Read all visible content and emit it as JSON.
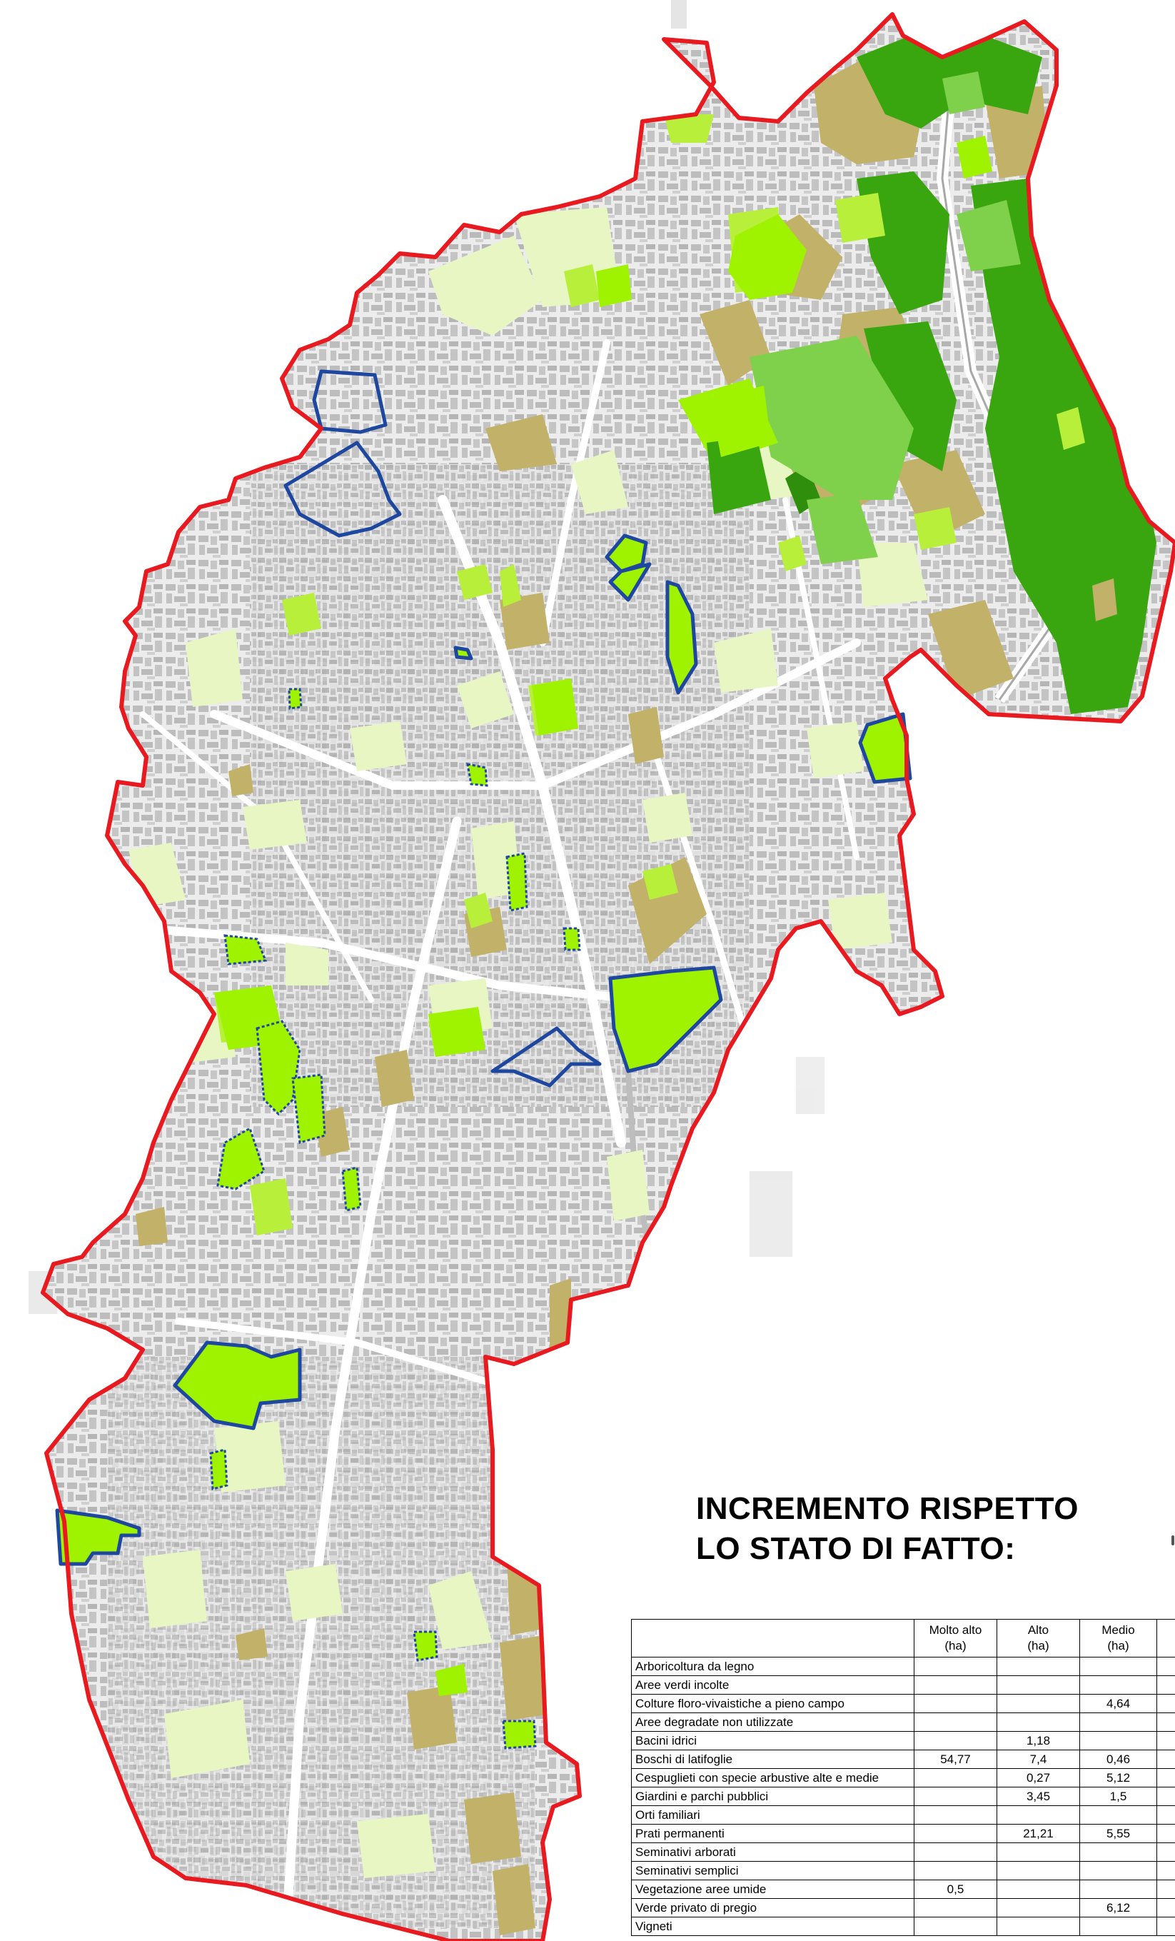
{
  "legend": {
    "title_line1": "INCREMENTO RISPETTO",
    "title_line2": "LO STATO DI FATTO:"
  },
  "table": {
    "headers": [
      {
        "line1": "",
        "line2": ""
      },
      {
        "line1": "Molto alto",
        "line2": "(ha)"
      },
      {
        "line1": "Alto",
        "line2": "(ha)"
      },
      {
        "line1": "Medio",
        "line2": "(ha)"
      },
      {
        "line1": "",
        "line2": ""
      }
    ],
    "rows": [
      {
        "label": "Arboricoltura da legno",
        "molto_alto": "",
        "alto": "",
        "medio": ""
      },
      {
        "label": "Aree verdi incolte",
        "molto_alto": "",
        "alto": "",
        "medio": ""
      },
      {
        "label": "Colture floro-vivaistiche a pieno campo",
        "molto_alto": "",
        "alto": "",
        "medio": "4,64"
      },
      {
        "label": "Aree degradate non utilizzate",
        "molto_alto": "",
        "alto": "",
        "medio": ""
      },
      {
        "label": "Bacini idrici",
        "molto_alto": "",
        "alto": "1,18",
        "medio": ""
      },
      {
        "label": "Boschi di latifoglie",
        "molto_alto": "54,77",
        "alto": "7,4",
        "medio": "0,46"
      },
      {
        "label": "Cespuglieti con specie arbustive alte e medie",
        "molto_alto": "",
        "alto": "0,27",
        "medio": "5,12"
      },
      {
        "label": "Giardini e parchi pubblici",
        "molto_alto": "",
        "alto": "3,45",
        "medio": "1,5"
      },
      {
        "label": "Orti familiari",
        "molto_alto": "",
        "alto": "",
        "medio": ""
      },
      {
        "label": "Prati permanenti",
        "molto_alto": "",
        "alto": "21,21",
        "medio": "5,55"
      },
      {
        "label": "Seminativi arborati",
        "molto_alto": "",
        "alto": "",
        "medio": ""
      },
      {
        "label": "Seminativi semplici",
        "molto_alto": "",
        "alto": "",
        "medio": ""
      },
      {
        "label": "Vegetazione aree umide",
        "molto_alto": "0,5",
        "alto": "",
        "medio": ""
      },
      {
        "label": "Verde privato di pregio",
        "molto_alto": "",
        "alto": "",
        "medio": "6,12"
      },
      {
        "label": "Vigneti",
        "molto_alto": "",
        "alto": "",
        "medio": ""
      }
    ]
  },
  "colors": {
    "boundary": "#e8191f",
    "outline_blue": "#1e47a0",
    "bright_green": "#9ff200",
    "lime_green": "#b8ef3a",
    "pale_green": "#e7f6c2",
    "olive": "#c2b168",
    "forest_green": "#3aa60f",
    "medium_green": "#7fd04a",
    "building_gray": "#c8c8c8",
    "street_gray": "#e9e9e9"
  }
}
